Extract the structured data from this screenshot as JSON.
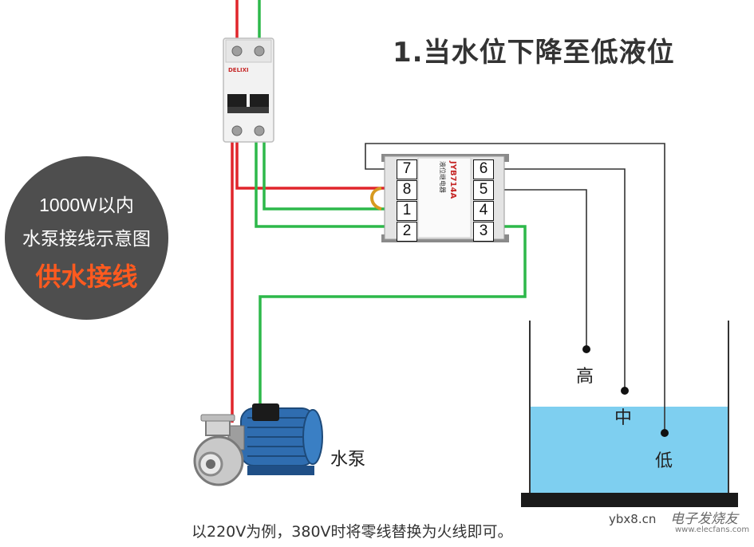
{
  "title": "1.当水位下降至低液位",
  "badge": {
    "line1": "1000W以内",
    "line2": "水泵接线示意图",
    "line3": "供水接线"
  },
  "breaker": {
    "brand": "DELIXI"
  },
  "relay": {
    "model": "JYB714A",
    "subtitle": "液位继电器",
    "left_terminals": [
      "7",
      "8",
      "1",
      "2"
    ],
    "right_terminals": [
      "6",
      "5",
      "4",
      "3"
    ]
  },
  "tank": {
    "level_high": "高",
    "level_mid": "中",
    "level_low": "低"
  },
  "pump_label": "水泵",
  "footer": "以220V为例，380V时将零线替换为火线即可。",
  "watermark": {
    "site": "ybx8.cn",
    "brand": "电子发烧友",
    "url": "www.elecfans.com"
  },
  "colors": {
    "live_wire": "#e0252b",
    "neutral_wire": "#2db84a",
    "probe_wire": "#333333",
    "water": "#7ecff0",
    "badge_bg": "#4e4e4e",
    "badge_accent": "#ff5a1f"
  }
}
